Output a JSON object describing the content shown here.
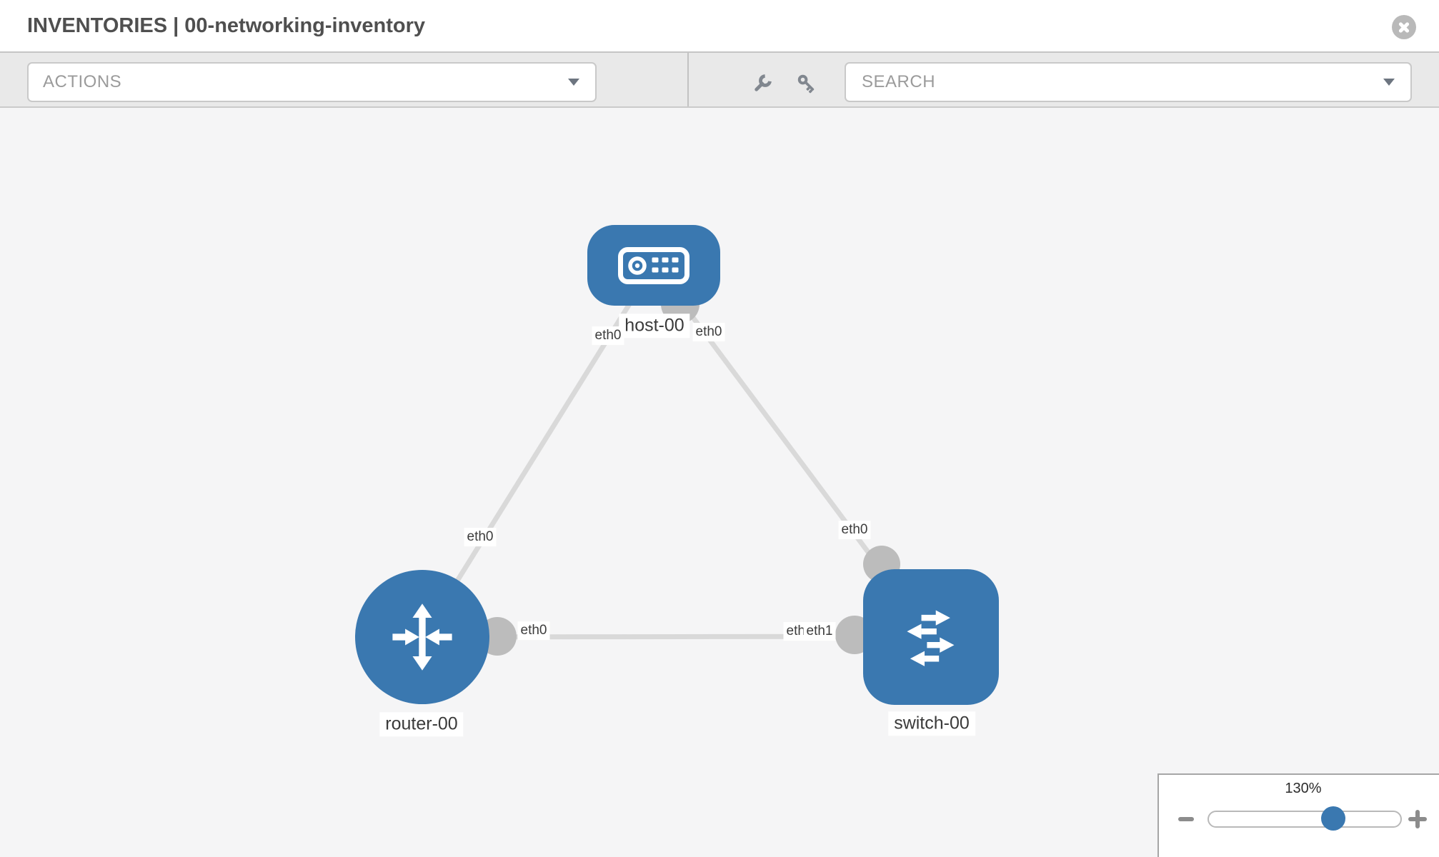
{
  "header": {
    "title": "INVENTORIES | 00-networking-inventory"
  },
  "toolbar": {
    "actions_label": "ACTIONS",
    "search_placeholder": "SEARCH"
  },
  "topology": {
    "nodes": [
      {
        "name": "host-00",
        "type": "host",
        "icon": "server-icon"
      },
      {
        "name": "router-00",
        "type": "router",
        "icon": "router-arrows-icon"
      },
      {
        "name": "switch-00",
        "type": "switch",
        "icon": "switch-arrows-icon"
      }
    ],
    "links": [
      {
        "source": "host-00",
        "source_interface": "eth0",
        "target": "router-00",
        "target_interface": "eth0"
      },
      {
        "source": "host-00",
        "source_interface": "eth0",
        "target": "switch-00",
        "target_interface": "eth0"
      },
      {
        "source": "router-00",
        "source_interface": "eth0",
        "target": "switch-00",
        "target_interface": "eth1"
      }
    ],
    "iface_labels": [
      {
        "text": "eth0"
      },
      {
        "text": "eth0"
      },
      {
        "text": "eth0"
      },
      {
        "text": "eth0"
      },
      {
        "text": "eth0"
      },
      {
        "text": "eth0"
      },
      {
        "text": "eth1"
      }
    ]
  },
  "zoom": {
    "value": "130%"
  },
  "colors": {
    "node-blue": "#3a78b0",
    "link-gray": "#d9d9d9",
    "iface-gray": "#bcbcbc",
    "canvas-bg": "#f5f5f6",
    "toolbar-bg": "#e9e9e9",
    "muted-text": "#9b9b9b",
    "title-text": "#4f4f4f",
    "icon-gray": "#81878f"
  }
}
